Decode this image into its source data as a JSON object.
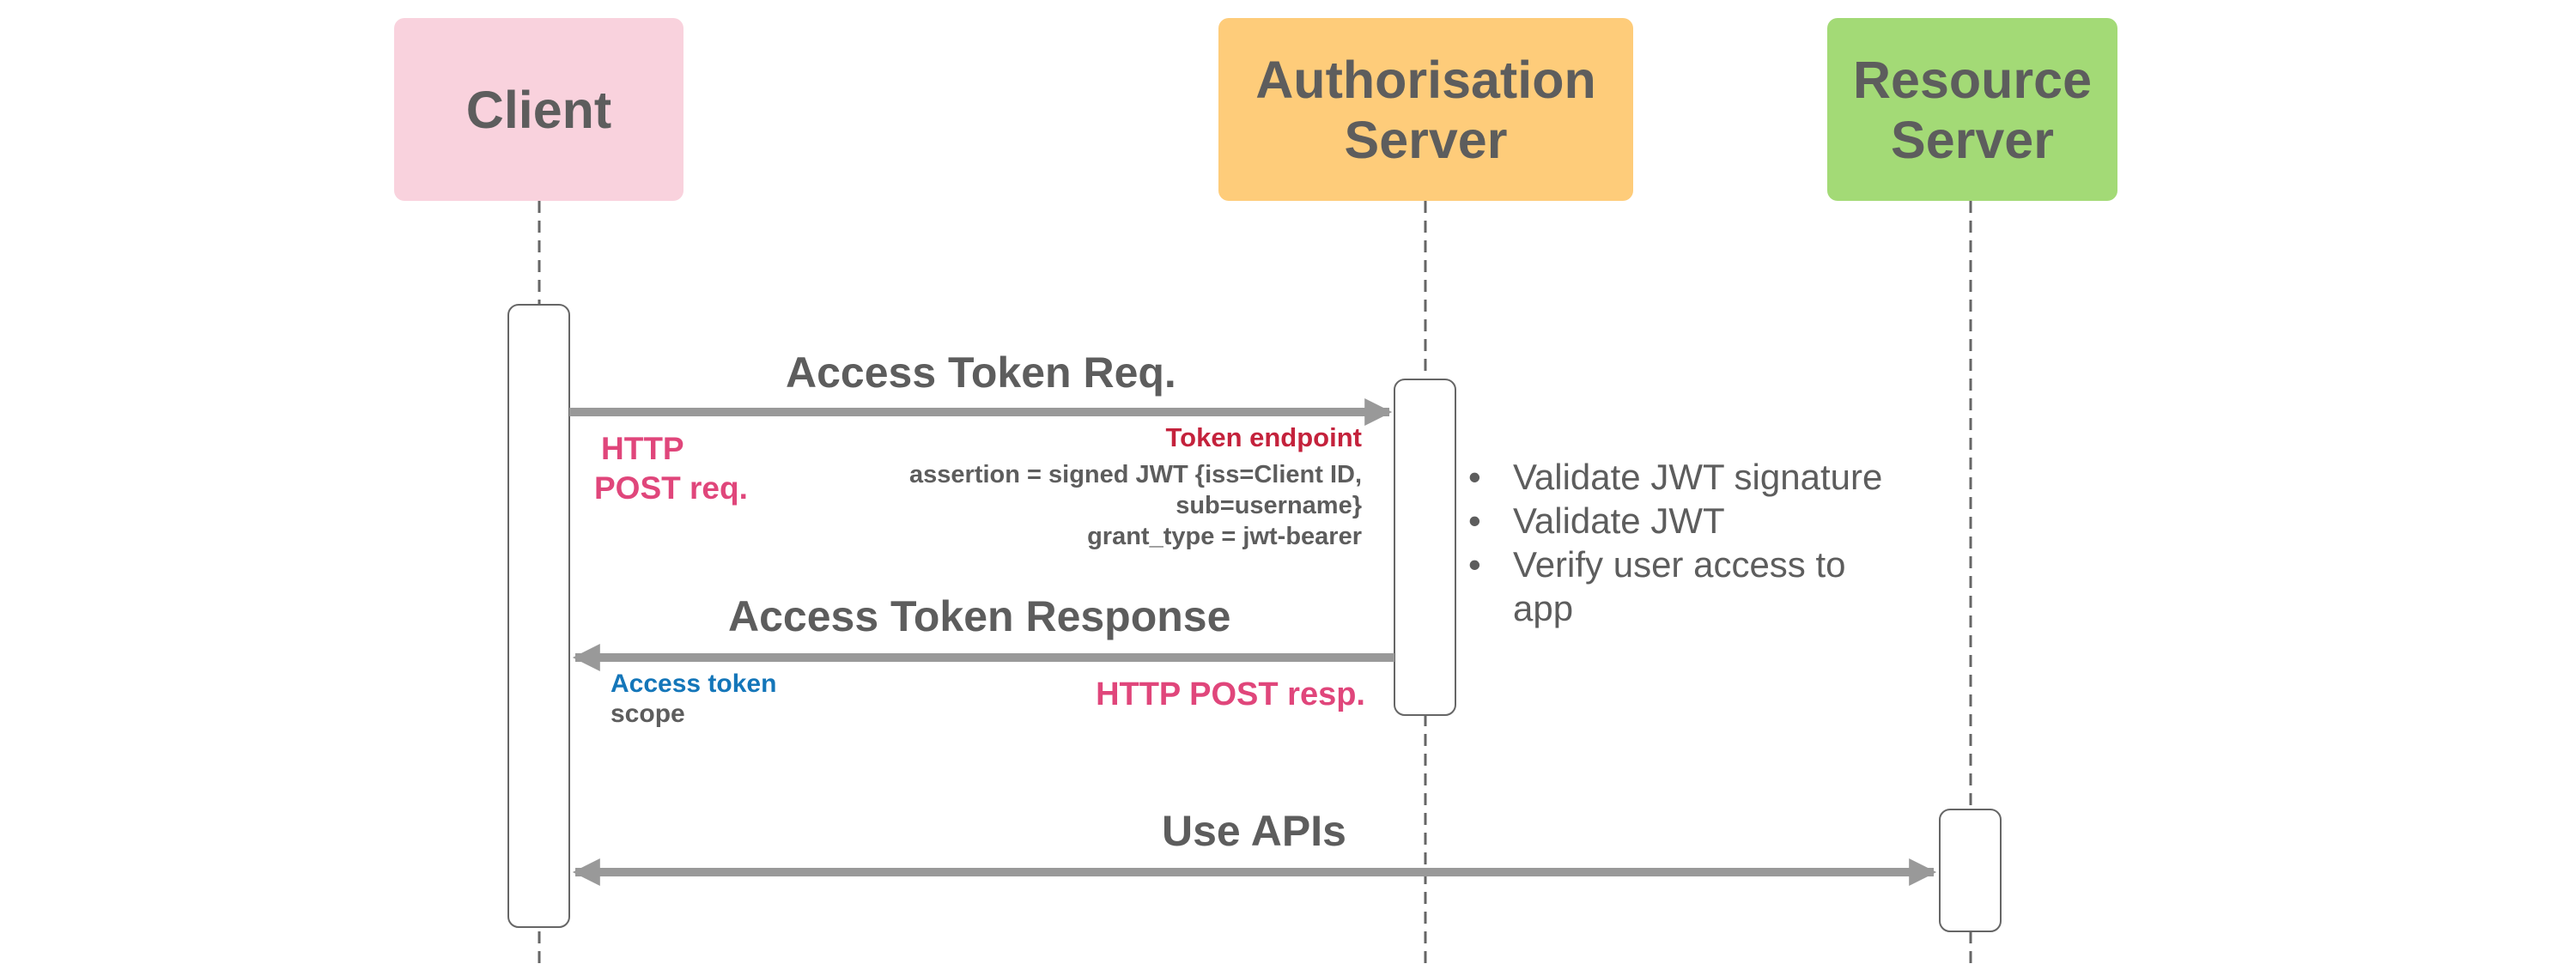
{
  "actors": {
    "client": {
      "label": "Client",
      "color": "#f9d2dd"
    },
    "auth_server": {
      "line1": "Authorisation",
      "line2": "Server",
      "color": "#fecc7a"
    },
    "resource_server": {
      "line1": "Resource",
      "line2": "Server",
      "color": "#a3da76"
    }
  },
  "messages": {
    "request": {
      "title": "Access Token Req.",
      "protocol_line1": "HTTP",
      "protocol_line2": "POST req.",
      "endpoint": "Token endpoint",
      "param_line1": "assertion =  signed JWT {iss=Client ID,",
      "param_line2": "sub=username}",
      "param_line3": "grant_type = jwt-bearer"
    },
    "response": {
      "title": "Access Token Response",
      "protocol": "HTTP POST resp.",
      "field_token": "Access token",
      "field_scope": "scope"
    },
    "use_apis": {
      "title": "Use APIs"
    }
  },
  "validation_steps": [
    "Validate JWT signature",
    "Validate JWT",
    "Verify user access to app"
  ],
  "bullet_glyph": "•",
  "colors": {
    "text_grey": "#5d5d5d",
    "arrow_grey": "#999999",
    "pink": "#e0467b",
    "red": "#c4223c",
    "blue": "#1476b9"
  }
}
